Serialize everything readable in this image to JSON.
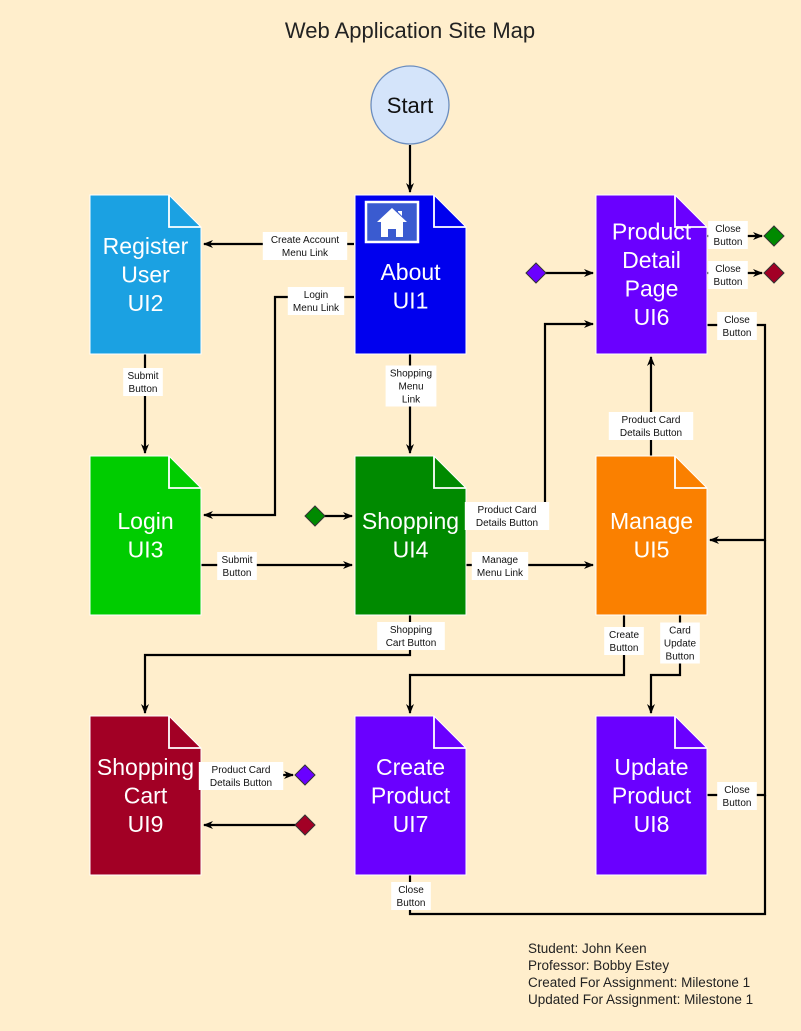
{
  "title": "Web Application Site Map",
  "start": {
    "label": "Start",
    "fill": "#d4e4fa",
    "stroke": "#6c8ebf"
  },
  "nodes": [
    {
      "id": "ui1",
      "lines": [
        "About",
        "UI1"
      ],
      "color": "#0000ee",
      "icon": "home-icon"
    },
    {
      "id": "ui2",
      "lines": [
        "Register",
        "User",
        "UI2"
      ],
      "color": "#1ba1e2"
    },
    {
      "id": "ui3",
      "lines": [
        "Login",
        "UI3"
      ],
      "color": "#00cc00"
    },
    {
      "id": "ui4",
      "lines": [
        "Shopping",
        "UI4"
      ],
      "color": "#008a00"
    },
    {
      "id": "ui5",
      "lines": [
        "Manage",
        "UI5"
      ],
      "color": "#fa8000"
    },
    {
      "id": "ui6",
      "lines": [
        "Product",
        "Detail",
        "Page",
        "UI6"
      ],
      "color": "#6a00ff"
    },
    {
      "id": "ui7",
      "lines": [
        "Create",
        "Product",
        "UI7"
      ],
      "color": "#6a00ff"
    },
    {
      "id": "ui8",
      "lines": [
        "Update",
        "Product",
        "UI8"
      ],
      "color": "#6a00ff"
    },
    {
      "id": "ui9",
      "lines": [
        "Shopping",
        "Cart",
        "UI9"
      ],
      "color": "#a20025"
    }
  ],
  "edge_labels": [
    {
      "id": "create-account",
      "lines": [
        "Create Account",
        "Menu Link"
      ]
    },
    {
      "id": "login-link",
      "lines": [
        "Login",
        "Menu Link"
      ]
    },
    {
      "id": "submit-register",
      "lines": [
        "Submit",
        "Button"
      ]
    },
    {
      "id": "shopping-menu",
      "lines": [
        "Shopping",
        "Menu",
        "Link"
      ]
    },
    {
      "id": "submit-login",
      "lines": [
        "Submit",
        "Button"
      ]
    },
    {
      "id": "product-card-4",
      "lines": [
        "Product Card",
        "Details Button"
      ]
    },
    {
      "id": "manage-menu",
      "lines": [
        "Manage",
        "Menu Link"
      ]
    },
    {
      "id": "product-card-5",
      "lines": [
        "Product Card",
        "Details Button"
      ]
    },
    {
      "id": "close-6a",
      "lines": [
        "Close",
        "Button"
      ]
    },
    {
      "id": "close-6b",
      "lines": [
        "Close",
        "Button"
      ]
    },
    {
      "id": "close-6c",
      "lines": [
        "Close",
        "Button"
      ]
    },
    {
      "id": "cart-button",
      "lines": [
        "Shopping",
        "Cart Button"
      ]
    },
    {
      "id": "create-button",
      "lines": [
        "Create",
        "Button"
      ]
    },
    {
      "id": "card-update",
      "lines": [
        "Card",
        "Update",
        "Button"
      ]
    },
    {
      "id": "product-card-9",
      "lines": [
        "Product Card",
        "Details Button"
      ]
    },
    {
      "id": "close-8",
      "lines": [
        "Close",
        "Button"
      ]
    },
    {
      "id": "close-7",
      "lines": [
        "Close",
        "Button"
      ]
    }
  ],
  "markers": [
    {
      "id": "m-green-shopping",
      "color": "#008a00"
    },
    {
      "id": "m-purple-detail",
      "color": "#6a00ff"
    },
    {
      "id": "m-green-close",
      "color": "#008a00"
    },
    {
      "id": "m-red-close",
      "color": "#a20025"
    },
    {
      "id": "m-purple-cart",
      "color": "#6a00ff"
    },
    {
      "id": "m-red-cart",
      "color": "#a20025"
    }
  ],
  "footer": {
    "student": "Student: John Keen",
    "professor": "Professor: Bobby Estey",
    "created": "Created For Assignment: Milestone 1",
    "updated": "Updated For Assignment: Milestone 1"
  }
}
